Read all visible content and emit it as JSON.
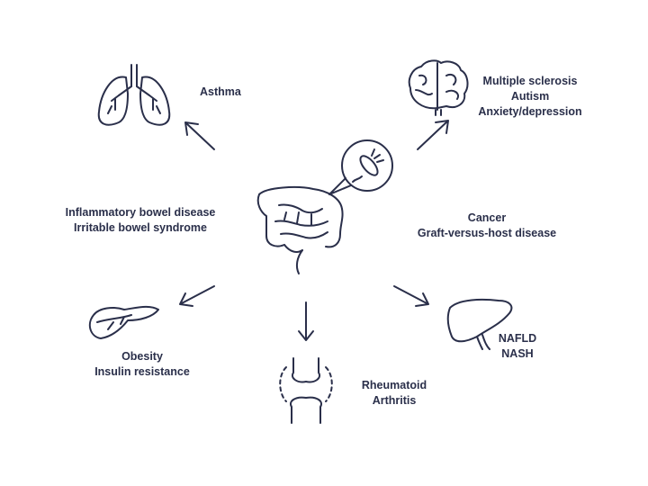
{
  "colors": {
    "ink": "#2a2f4a",
    "background": "#ffffff"
  },
  "center": {
    "icon": "intestine-with-microbe-magnifier-icon"
  },
  "organs": [
    {
      "id": "lungs",
      "icon": "lungs-icon",
      "lines": [
        "Asthma"
      ]
    },
    {
      "id": "brain",
      "icon": "brain-icon",
      "lines": [
        "Multiple sclerosis",
        "Autism",
        "Anxiety/depression"
      ]
    },
    {
      "id": "gut",
      "icon": "intestine-icon",
      "lines": [
        "Inflammatory bowel disease",
        "Irritable bowel syndrome"
      ]
    },
    {
      "id": "systemic",
      "icon": "",
      "lines": [
        "Cancer",
        "Graft-versus-host disease"
      ]
    },
    {
      "id": "pancreas",
      "icon": "pancreas-icon",
      "lines": [
        "Obesity",
        "Insulin resistance"
      ]
    },
    {
      "id": "joint",
      "icon": "knee-joint-icon",
      "lines": [
        "Rheumatoid",
        "Arthritis"
      ]
    },
    {
      "id": "liver",
      "icon": "liver-icon",
      "lines": [
        "NAFLD",
        "NASH"
      ]
    }
  ]
}
